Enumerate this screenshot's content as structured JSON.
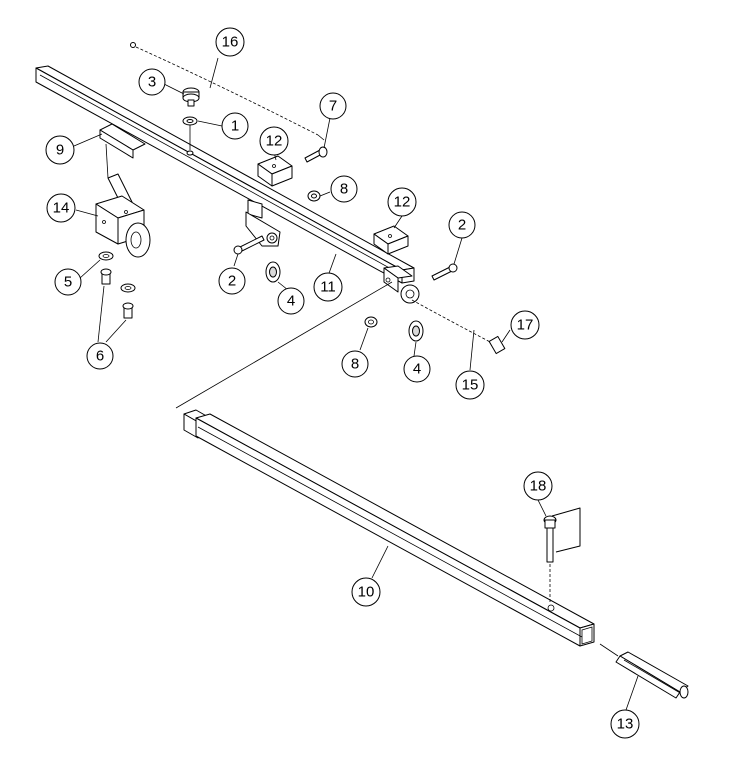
{
  "diagram": {
    "callouts": [
      {
        "label": "16"
      },
      {
        "label": "3"
      },
      {
        "label": "1"
      },
      {
        "label": "7"
      },
      {
        "label": "12"
      },
      {
        "label": "9"
      },
      {
        "label": "14"
      },
      {
        "label": "8"
      },
      {
        "label": "12"
      },
      {
        "label": "2"
      },
      {
        "label": "2"
      },
      {
        "label": "5"
      },
      {
        "label": "4"
      },
      {
        "label": "11"
      },
      {
        "label": "17"
      },
      {
        "label": "6"
      },
      {
        "label": "8"
      },
      {
        "label": "4"
      },
      {
        "label": "15"
      },
      {
        "label": "18"
      },
      {
        "label": "10"
      },
      {
        "label": "13"
      }
    ]
  }
}
